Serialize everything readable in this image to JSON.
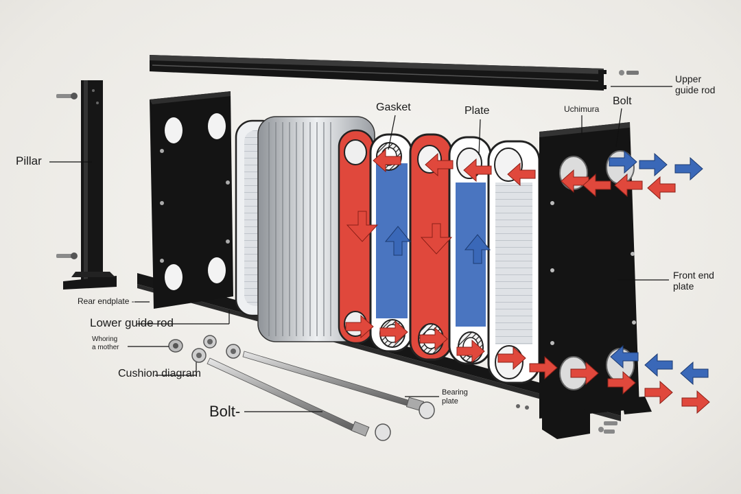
{
  "labels": {
    "pillar": "Pillar",
    "rear_endplate": "Rear endplate -",
    "lower_guide_rod": "Lower guide rod",
    "whoring_line1": "Whoring",
    "whoring_line2": "a mother",
    "cushion_diagram": "Cushion diagram",
    "bolt_bottom": "Bolt-",
    "bearing_line1": "Bearing",
    "bearing_line2": "plate",
    "gasket": "Gasket",
    "plate": "Plate",
    "uchimura": "Uchimura",
    "bolt_top": "Bolt",
    "upper_line1": "Upper",
    "upper_line2": "guide rod",
    "front_line1": "Front end",
    "front_line2": "plate"
  },
  "colors": {
    "hot_flow": "#e0483c",
    "cold_flow": "#3a68b8",
    "frame": "#161616",
    "steel": "#c9ccd0"
  }
}
